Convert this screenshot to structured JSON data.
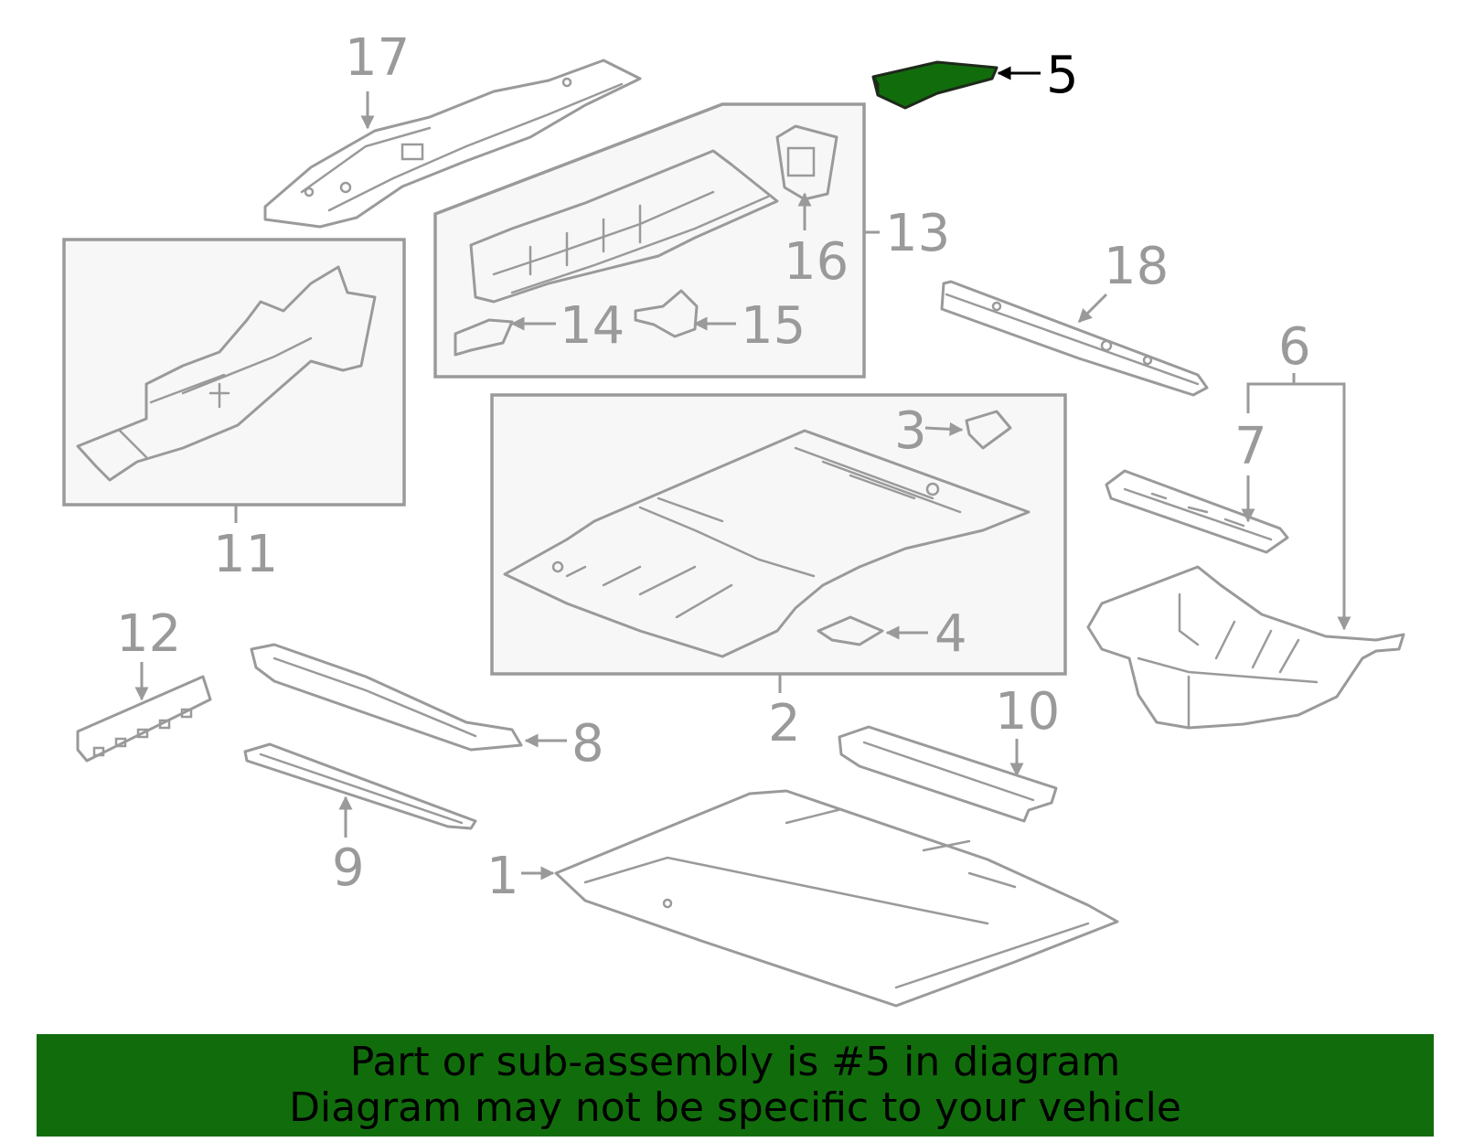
{
  "diagram": {
    "highlight_color": "#116d0c",
    "line_color": "#9a9a9a",
    "highlighted_part": "5",
    "callouts": [
      "17",
      "5",
      "13",
      "16",
      "18",
      "14",
      "15",
      "11",
      "6",
      "3",
      "7",
      "4",
      "12",
      "2",
      "8",
      "10",
      "9",
      "1"
    ]
  },
  "banner": {
    "line1": "Part or sub-assembly is #5 in diagram",
    "line2": "Diagram may not be specific to your vehicle"
  }
}
